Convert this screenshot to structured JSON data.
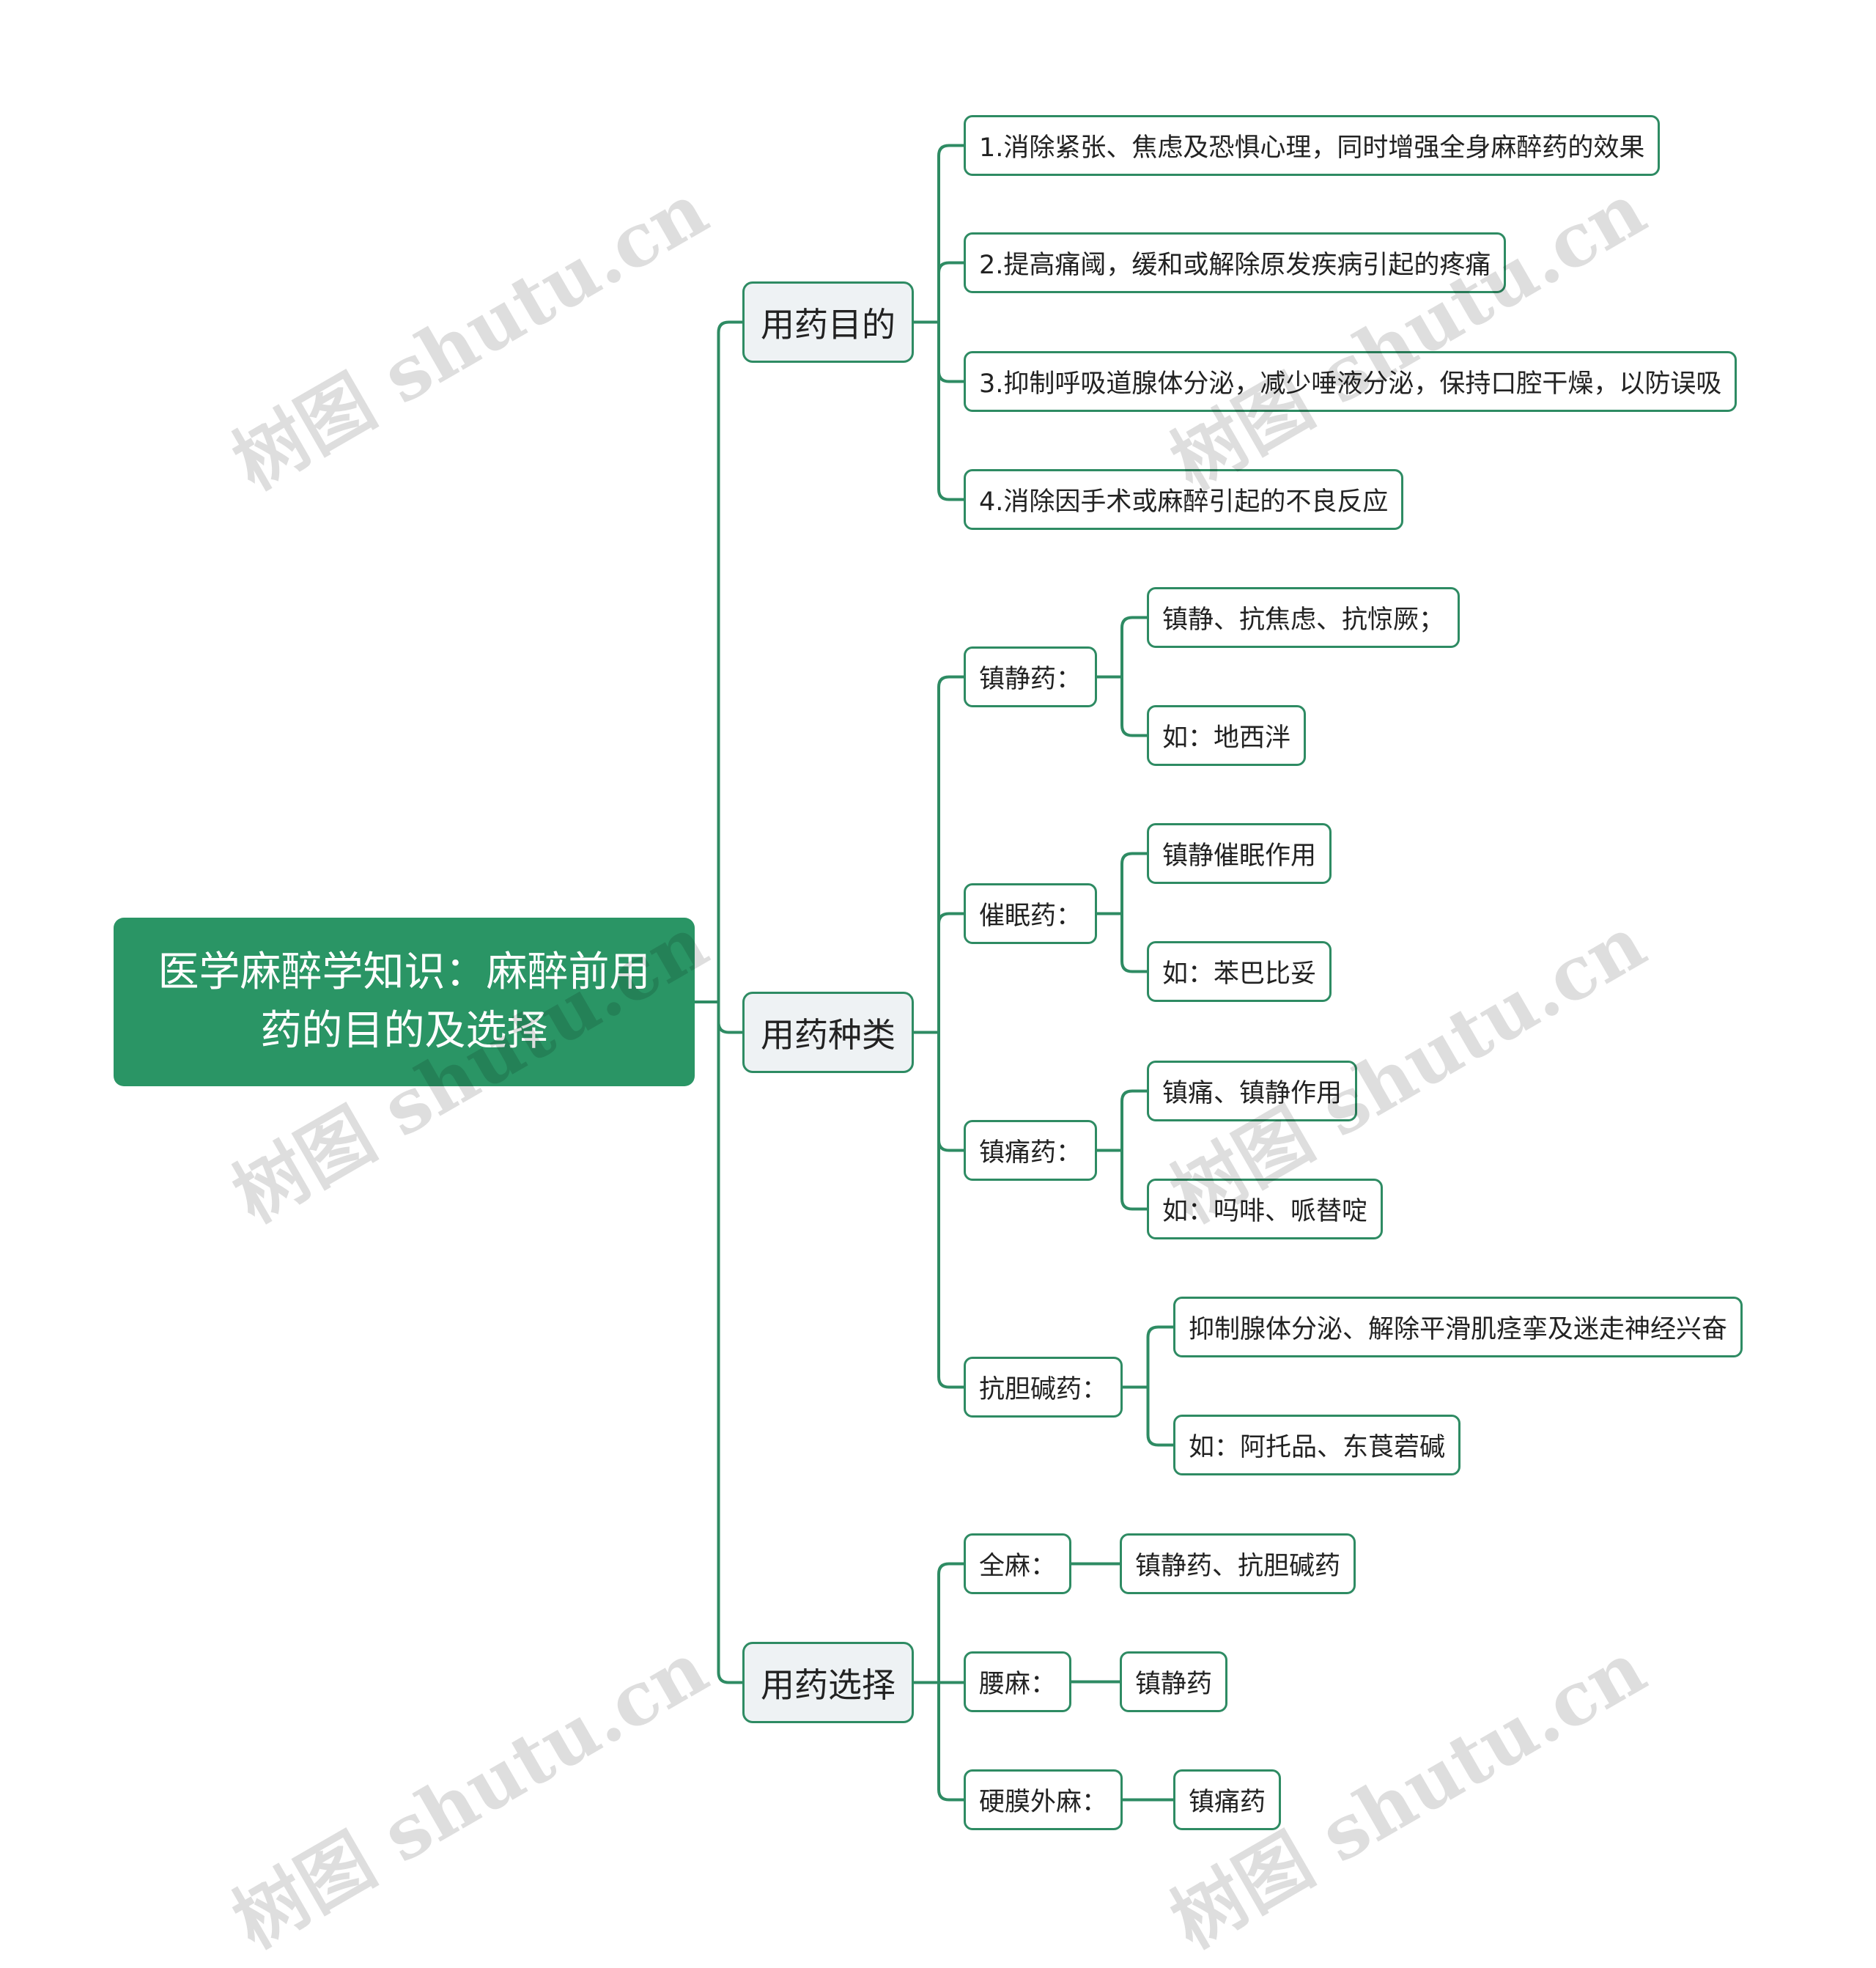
{
  "root": {
    "title": "医学麻醉学知识：麻醉前用药的目的及选择"
  },
  "purpose": {
    "title": "用药目的",
    "items": [
      "1.消除紧张、焦虑及恐惧心理，同时增强全身麻醉药的效果",
      "2.提高痛阈，缓和或解除原发疾病引起的疼痛",
      "3.抑制呼吸道腺体分泌，减少唾液分泌，保持口腔干燥，以防误吸",
      "4.消除因手术或麻醉引起的不良反应"
    ]
  },
  "types": {
    "title": "用药种类",
    "sedative": {
      "label": "镇静药：",
      "effect": "镇静、抗焦虑、抗惊厥；",
      "example": "如：地西泮"
    },
    "hypnotic": {
      "label": "催眠药：",
      "effect": "镇静催眠作用",
      "example": "如：苯巴比妥"
    },
    "analgesic": {
      "label": "镇痛药：",
      "effect": "镇痛、镇静作用",
      "example": "如：吗啡、哌替啶"
    },
    "anticholinergic": {
      "label": "抗胆碱药：",
      "effect": "抑制腺体分泌、解除平滑肌痉挛及迷走神经兴奋",
      "example": "如：阿托品、东莨菪碱"
    }
  },
  "selection": {
    "title": "用药选择",
    "general": {
      "label": "全麻：",
      "drug": "镇静药、抗胆碱药"
    },
    "spinal": {
      "label": "腰麻：",
      "drug": "镇静药"
    },
    "epidural": {
      "label": "硬膜外麻：",
      "drug": "镇痛药"
    }
  },
  "watermark": "树图 shutu.cn",
  "colors": {
    "line": "#2e8b63",
    "root_fill": "#2a9565",
    "branch_fill": "#eef2f4"
  }
}
